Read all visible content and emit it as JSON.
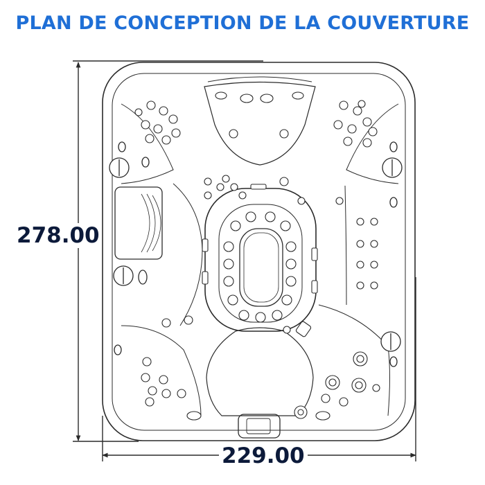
{
  "title": "PLAN DE CONCEPTION DE LA COUVERTURE",
  "dimensions": {
    "height_label": "278.00",
    "width_label": "229.00"
  },
  "colors": {
    "title": "#1f6fd6",
    "dimension_text": "#0c1a3a",
    "line": "#2a2a2a"
  }
}
